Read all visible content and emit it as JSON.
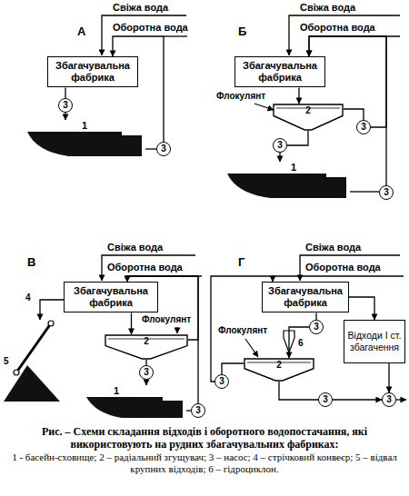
{
  "diagram": {
    "caption": "Рис. – Схеми складання відходів і оборотного водопостачання, які використовують на рудних збагачувальних фабриках:",
    "nodes": [
      {
        "text": [
          "Збагачувальна фабрика"
        ]
      },
      {
        "text": [
          "3"
        ]
      },
      {
        "text": [
          "1"
        ]
      },
      {
        "text": [
          "3"
        ]
      },
      {
        "text": [
          "Збагачувальна фабрика"
        ]
      },
      {
        "text": [
          "2"
        ]
      },
      {
        "text": [
          "3"
        ]
      },
      {
        "text": [
          "3"
        ]
      },
      {
        "text": [
          "1"
        ]
      },
      {
        "text": [
          "3"
        ]
      },
      {
        "text": [
          "Збагачувальна фабрика"
        ]
      },
      {
        "text": [
          "2"
        ]
      },
      {
        "text": [
          "3"
        ]
      },
      {
        "text": [
          "1"
        ]
      },
      {
        "text": [
          "3"
        ]
      },
      {
        "text": [
          "Збагачувальна фабрика"
        ]
      },
      {
        "text": [
          "3"
        ]
      },
      {
        "text": [
          "Відходи І ст. збагачення"
        ]
      },
      {
        "text": [
          "2"
        ]
      },
      {
        "text": [
          "3"
        ]
      },
      {
        "text": [
          "3"
        ]
      },
      {
        "text": [
          "3"
        ]
      }
    ],
    "edges": [
      {
        "from": 0,
        "to": 1,
        "arrow": "none"
      },
      {
        "from": 1,
        "to": 2,
        "arrow": "to"
      },
      {
        "from": 2,
        "to": 3,
        "arrow": "none"
      },
      {
        "from": 3,
        "to": 0,
        "arrow": "to"
      },
      {
        "from": 4,
        "to": 5,
        "arrow": "to"
      },
      {
        "from": 5,
        "to": 6,
        "arrow": "none"
      },
      {
        "from": 6,
        "to": 4,
        "arrow": "to"
      },
      {
        "from": 5,
        "to": 7,
        "arrow": "none"
      },
      {
        "from": 7,
        "to": 8,
        "arrow": "to"
      },
      {
        "from": 8,
        "to": 9,
        "arrow": "none"
      },
      {
        "from": 9,
        "to": 4,
        "arrow": "to"
      },
      {
        "from": 10,
        "to": 11,
        "arrow": "to"
      },
      {
        "from": 11,
        "to": 10,
        "arrow": "to"
      },
      {
        "from": 11,
        "to": 12,
        "arrow": "none"
      },
      {
        "from": 12,
        "to": 13,
        "arrow": "to"
      },
      {
        "from": 13,
        "to": 14,
        "arrow": "none"
      },
      {
        "from": 14,
        "to": 10,
        "arrow": "to"
      },
      {
        "from": 15,
        "to": 16,
        "arrow": "none"
      },
      {
        "from": 16,
        "to": 18,
        "arrow": "to"
      },
      {
        "from": 18,
        "to": 19,
        "arrow": "none"
      },
      {
        "from": 19,
        "to": 15,
        "arrow": "to"
      },
      {
        "from": 18,
        "to": 20,
        "arrow": "none"
      },
      {
        "from": 20,
        "to": 21,
        "arrow": "to"
      },
      {
        "from": 17,
        "to": 21,
        "arrow": "to"
      },
      {
        "from": 15,
        "to": 17,
        "arrow": "to"
      }
    ],
    "labels": [
      "А",
      "Свіжа вода",
      "Оборотна вода",
      "Б",
      "Свіжа вода",
      "Оборотна вода",
      "Флокулянт",
      "В",
      "Свіжа вода",
      "Оборотна вода",
      "Флокулянт",
      "4",
      "5",
      "Г",
      "Свіжа вода",
      "Оборотна вода",
      "Флокулянт",
      "6",
      "1 - басейн-сховище; 2 – радіальний згущувач; 3 – насос; 4 – стрічковий конвеєр; 5 – відвал крупних відходів; 6 – гідроциклон."
    ]
  }
}
